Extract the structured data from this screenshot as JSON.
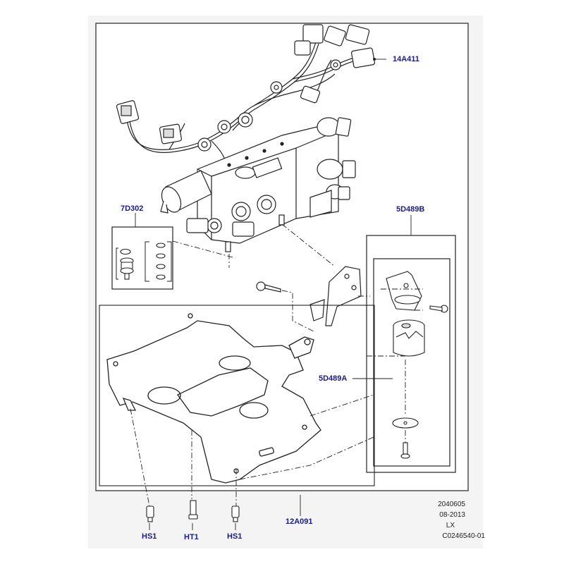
{
  "diagram": {
    "callouts": {
      "wiring_harness": "14A411",
      "seal_kit": "7D302",
      "mounting_kit": "5D489B",
      "isolator_mount": "5D489A",
      "bracket": "12A091",
      "bolt_left": "HS1",
      "bolt_center": "HT1",
      "bolt_right": "HS1"
    },
    "meta": {
      "line1": "2040605",
      "line2": "08-2013",
      "line3": "LX",
      "line4": "C0246540-01"
    },
    "colors": {
      "callout": "#1a1a8c",
      "line": "#222222",
      "frame": "#333333",
      "panel": "#f4f4f4"
    }
  }
}
